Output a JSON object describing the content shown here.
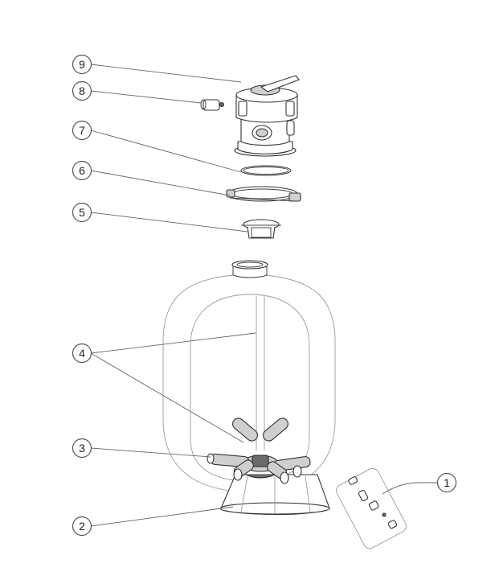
{
  "callouts": [
    {
      "id": "9",
      "label": "9"
    },
    {
      "id": "8",
      "label": "8"
    },
    {
      "id": "7",
      "label": "7"
    },
    {
      "id": "6",
      "label": "6"
    },
    {
      "id": "5",
      "label": "5"
    },
    {
      "id": "4",
      "label": "4"
    },
    {
      "id": "3",
      "label": "3"
    },
    {
      "id": "2",
      "label": "2"
    },
    {
      "id": "1",
      "label": "1"
    }
  ],
  "colors": {
    "line": "#333333",
    "leader": "#666666",
    "background": "#ffffff"
  }
}
